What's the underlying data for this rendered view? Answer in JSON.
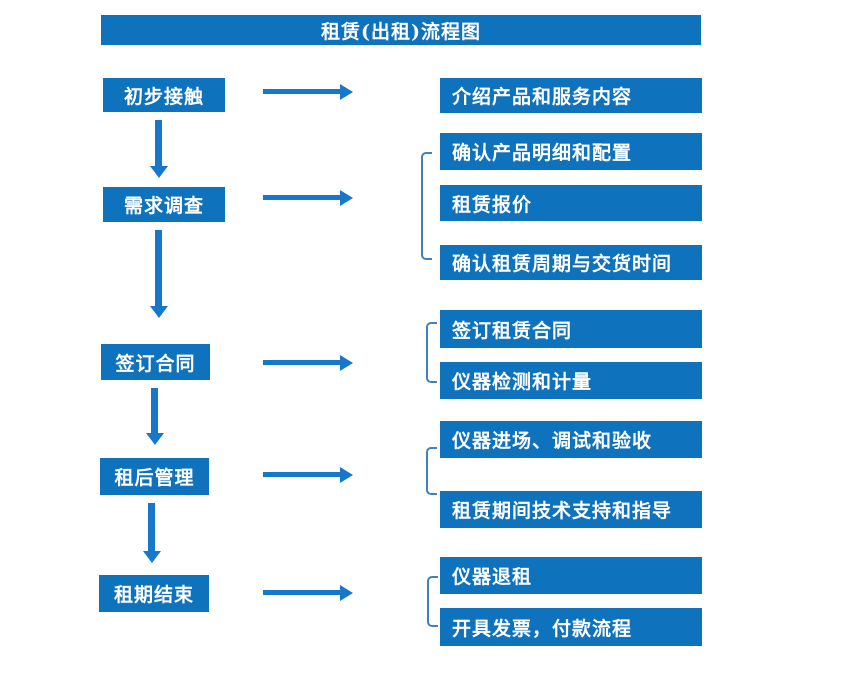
{
  "title": "租赁(出租)流程图",
  "colors": {
    "box_fill": "#0f72bc",
    "arrow": "#1677cb",
    "bracket": "#4080c0",
    "text": "#ffffff"
  },
  "stages": [
    {
      "label": "初步接触",
      "outputs": [
        "介绍产品和服务内容"
      ]
    },
    {
      "label": "需求调查",
      "outputs": [
        "确认产品明细和配置",
        "租赁报价",
        "确认租赁周期与交货时间"
      ]
    },
    {
      "label": "签订合同",
      "outputs": [
        "签订租赁合同",
        "仪器检测和计量"
      ]
    },
    {
      "label": "租后管理",
      "outputs": [
        "仪器进场、调试和验收",
        "租赁期间技术支持和指导"
      ]
    },
    {
      "label": "租期结束",
      "outputs": [
        "仪器退租",
        "开具发票，付款流程"
      ]
    }
  ]
}
